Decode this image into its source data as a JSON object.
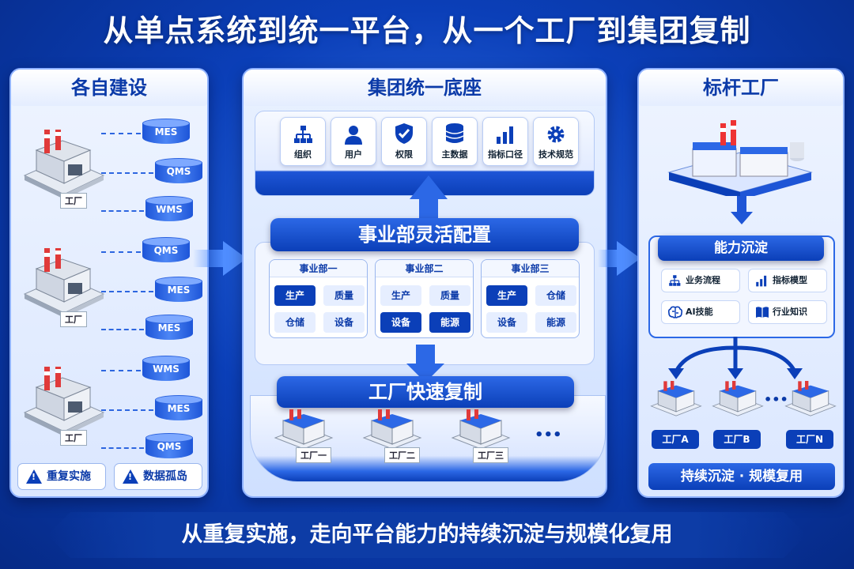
{
  "title": "从单点系统到统一平台，从一个工厂到集团复制",
  "left_panel": {
    "title": "各自建设",
    "factory_label": "工厂",
    "groups": [
      {
        "systems": [
          "MES",
          "QMS",
          "WMS"
        ]
      },
      {
        "systems": [
          "QMS",
          "MES",
          "MES"
        ]
      },
      {
        "systems": [
          "WMS",
          "MES",
          "QMS"
        ]
      }
    ],
    "warnings": [
      "重复实施",
      "数据孤岛"
    ]
  },
  "center_panel": {
    "title": "集团统一底座",
    "foundation_items": [
      {
        "label": "组织",
        "icon": "org-chart-icon"
      },
      {
        "label": "用户",
        "icon": "user-icon"
      },
      {
        "label": "权限",
        "icon": "shield-check-icon"
      },
      {
        "label": "主数据",
        "icon": "database-icon"
      },
      {
        "label": "指标口径",
        "icon": "bar-chart-icon"
      },
      {
        "label": "技术规范",
        "icon": "gear-icon"
      }
    ],
    "config_title": "事业部灵活配置",
    "divisions": [
      {
        "name": "事业部一",
        "modules": [
          "生产",
          "质量",
          "仓储",
          "设备"
        ],
        "active": [
          true,
          false,
          false,
          false
        ]
      },
      {
        "name": "事业部二",
        "modules": [
          "生产",
          "质量",
          "设备",
          "能源"
        ],
        "active": [
          false,
          false,
          true,
          true
        ]
      },
      {
        "name": "事业部三",
        "modules": [
          "生产",
          "仓储",
          "设备",
          "能源"
        ],
        "active": [
          true,
          false,
          false,
          false
        ]
      }
    ],
    "replicate_title": "工厂快速复制",
    "replicated_factories": [
      "工厂一",
      "工厂二",
      "工厂三"
    ],
    "more": "•••"
  },
  "right_panel": {
    "title": "标杆工厂",
    "capability_title": "能力沉淀",
    "capabilities": [
      {
        "label": "业务流程",
        "icon": "org-chart-icon"
      },
      {
        "label": "指标模型",
        "icon": "bar-chart-icon"
      },
      {
        "label": "AI技能",
        "icon": "brain-icon"
      },
      {
        "label": "行业知识",
        "icon": "book-icon"
      }
    ],
    "factories": [
      "工厂A",
      "工厂B",
      "工厂N"
    ],
    "more": "•••",
    "footer": "持续沉淀 · 规模复用"
  },
  "bottom_banner": "从重复实施，走向平台能力的持续沉淀与规模化复用",
  "colors": {
    "primary": "#0b3fb8",
    "accent": "#2c68e6",
    "panel": "#e8f0ff"
  }
}
